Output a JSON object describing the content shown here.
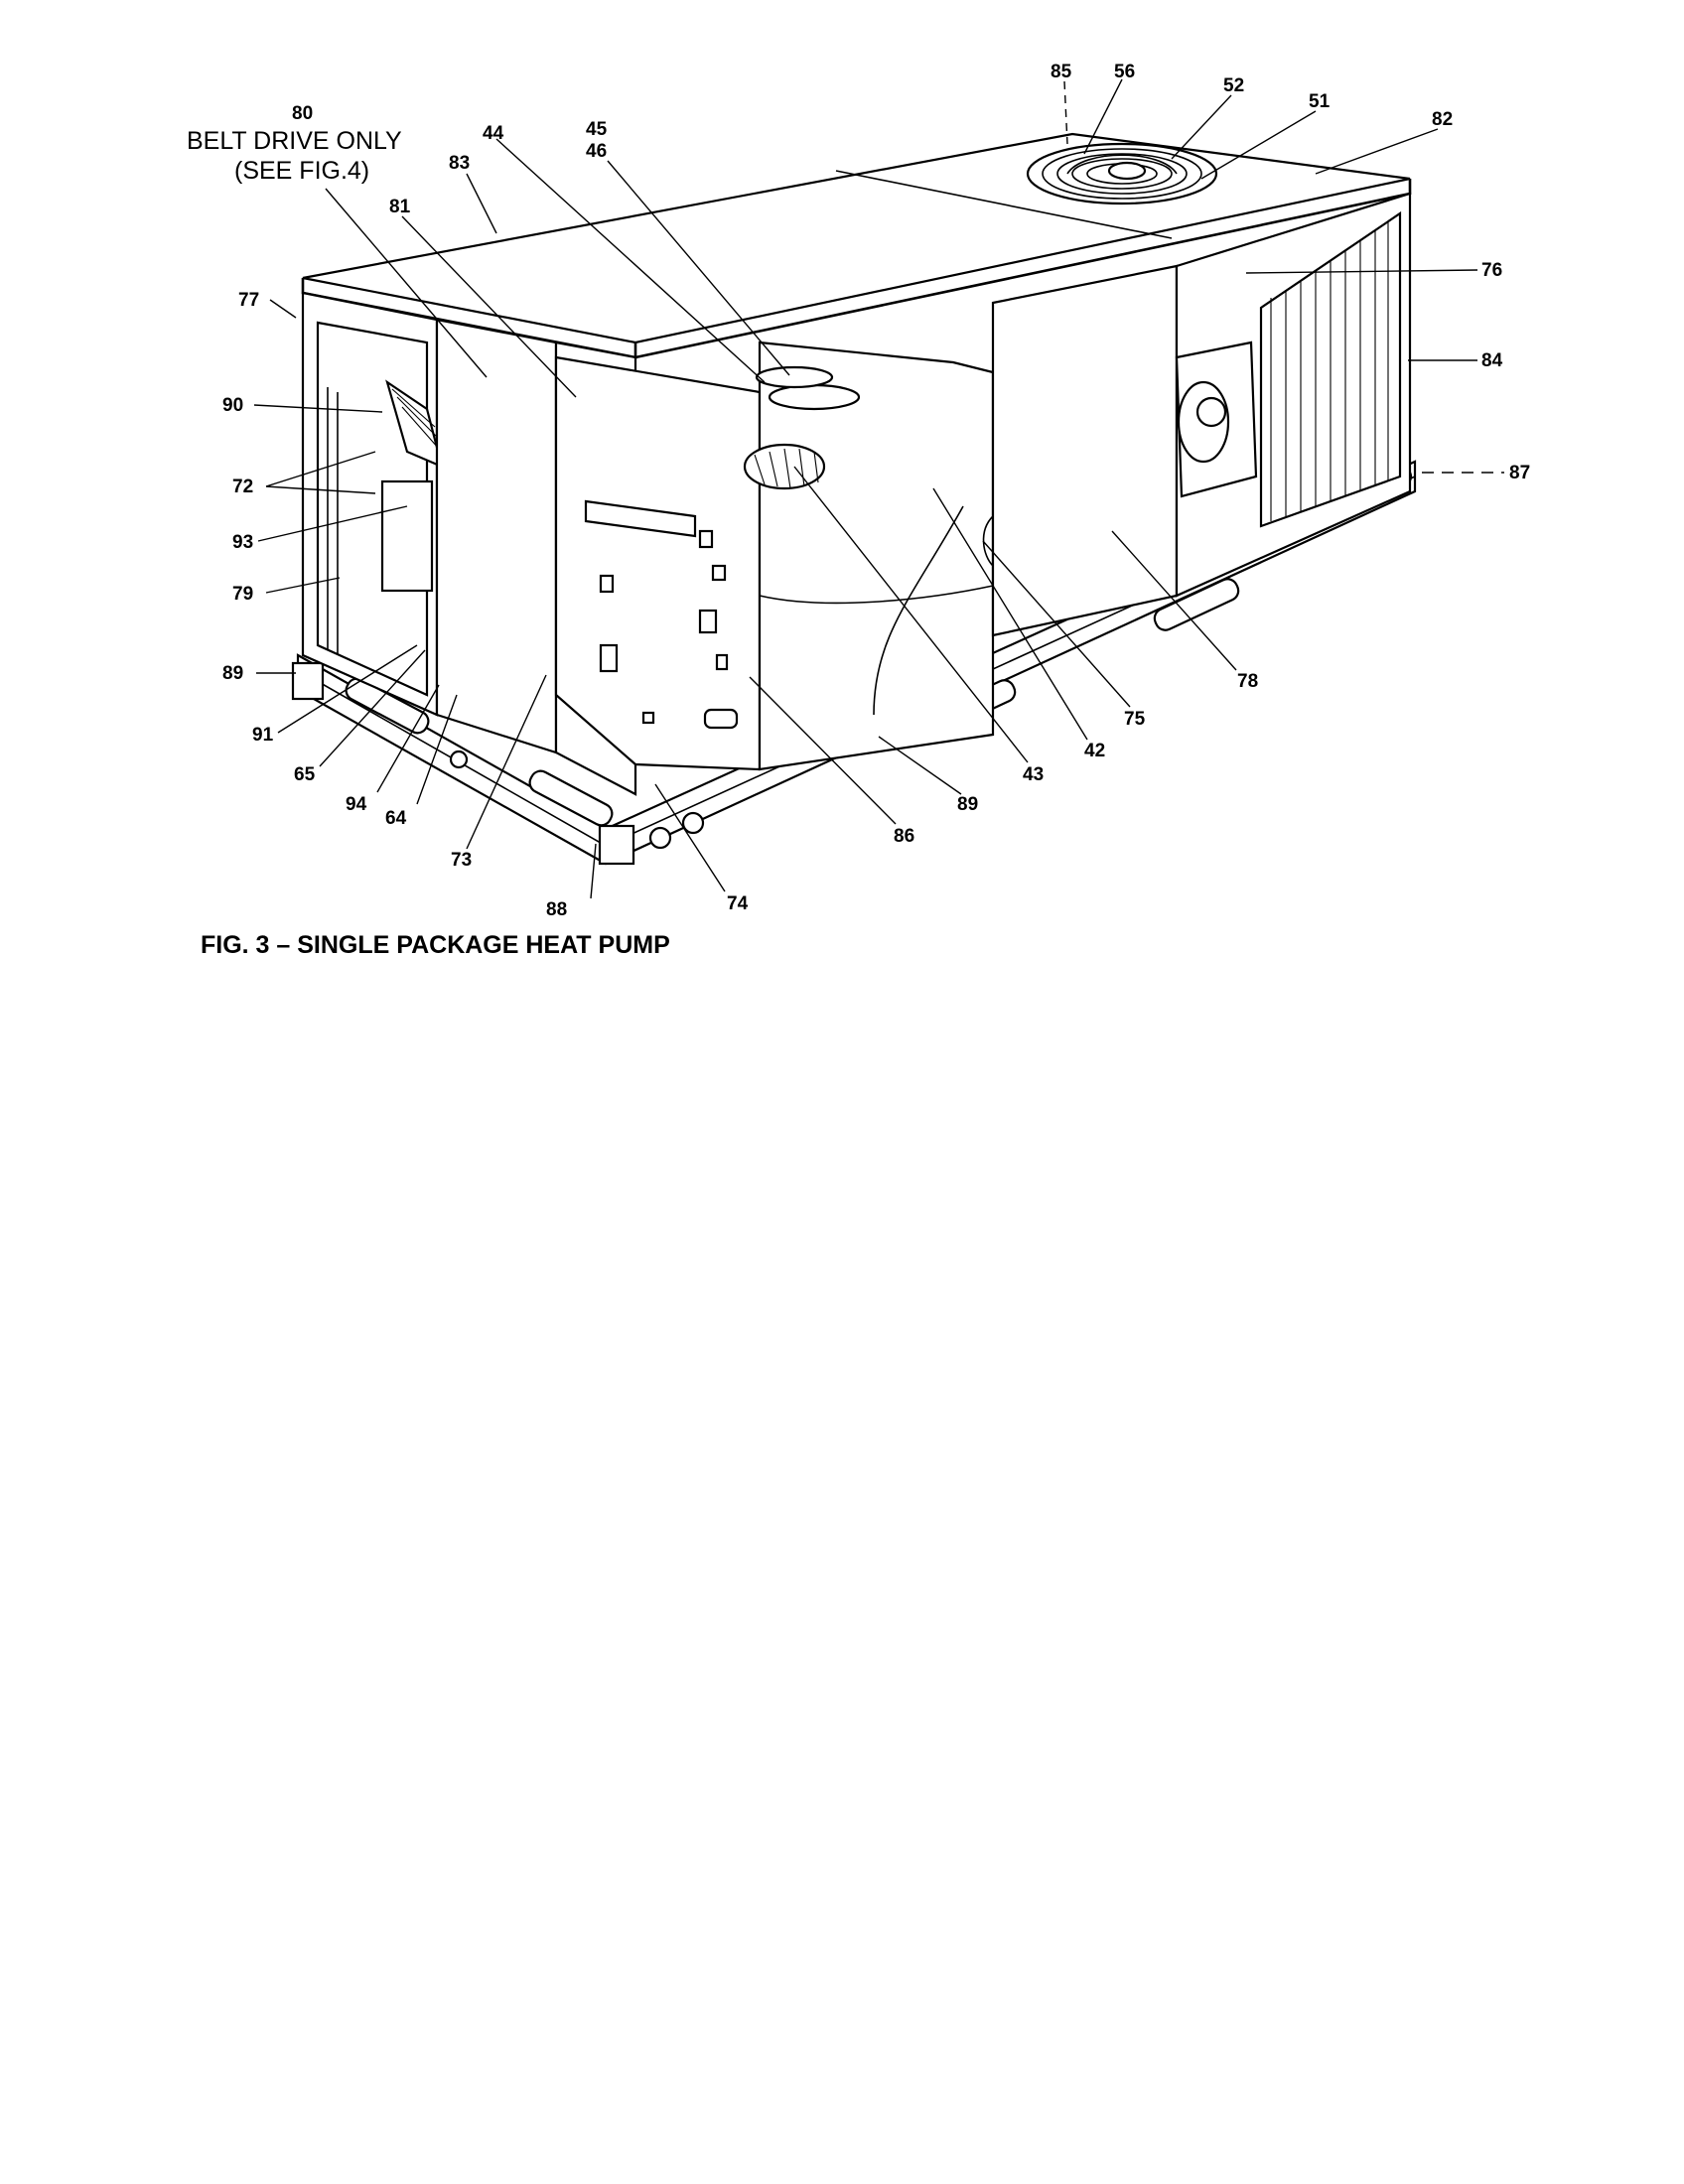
{
  "figure": {
    "caption": "FIG. 3 – SINGLE PACKAGE HEAT PUMP",
    "note": {
      "number": "80",
      "line1": "BELT DRIVE ONLY",
      "line2": "(SEE FIG.4)"
    },
    "callouts": {
      "c85": "85",
      "c56": "56",
      "c52": "52",
      "c51": "51",
      "c82": "82",
      "c44": "44",
      "c45": "45",
      "c46": "46",
      "c83": "83",
      "c81": "81",
      "c77": "77",
      "c76": "76",
      "c84": "84",
      "c90": "90",
      "c72": "72",
      "c93": "93",
      "c79": "79",
      "c87": "87",
      "c89a": "89",
      "c91": "91",
      "c65": "65",
      "c94": "94",
      "c64": "64",
      "c73": "73",
      "c88": "88",
      "c74": "74",
      "c86": "86",
      "c89b": "89",
      "c43": "43",
      "c42": "42",
      "c75": "75",
      "c78": "78"
    }
  }
}
